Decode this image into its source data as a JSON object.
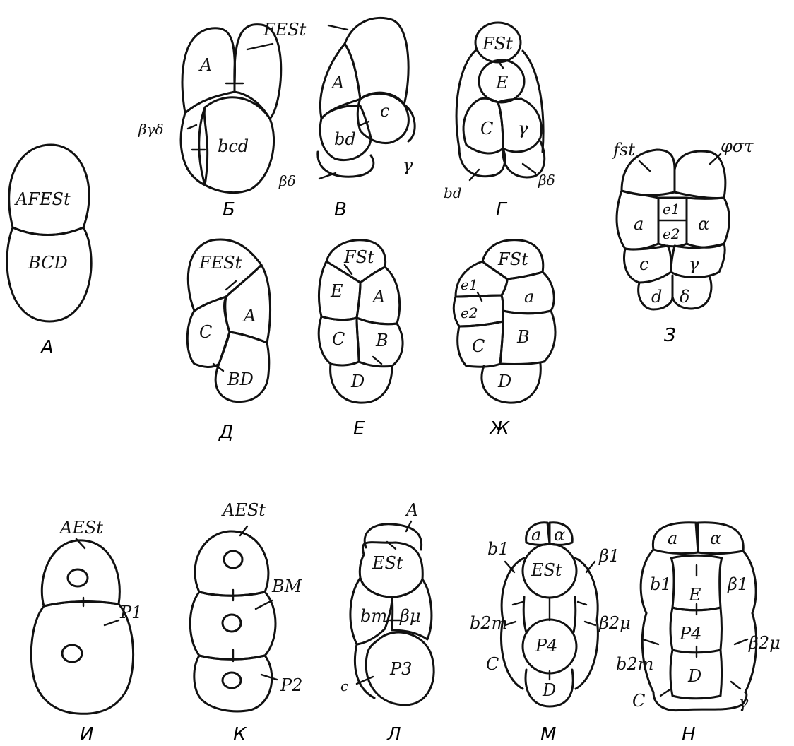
{
  "panels": {
    "A": {
      "caption": "А",
      "labels": [
        "AFESt",
        "BCD"
      ]
    },
    "B": {
      "caption": "Б",
      "labels": [
        "FESt",
        "A",
        "βγδ",
        "bcd"
      ]
    },
    "V": {
      "caption": "В",
      "labels": [
        "A",
        "c",
        "bd",
        "γ",
        "βδ"
      ]
    },
    "G": {
      "caption": "Г",
      "labels": [
        "FSt",
        "E",
        "C",
        "γ",
        "bd",
        "βδ"
      ]
    },
    "Z": {
      "caption": "З",
      "labels": [
        "fst",
        "φστ",
        "a",
        "e1",
        "α",
        "e2",
        "c",
        "γ",
        "d",
        "δ"
      ]
    },
    "D": {
      "caption": "Д",
      "labels": [
        "FESt",
        "A",
        "C",
        "BD"
      ]
    },
    "E": {
      "caption": "Е",
      "labels": [
        "FSt",
        "E",
        "A",
        "C",
        "B",
        "D"
      ]
    },
    "Zh": {
      "caption": "Ж",
      "labels": [
        "FSt",
        "e1",
        "a",
        "e2",
        "C",
        "B",
        "D"
      ]
    },
    "I": {
      "caption": "И",
      "labels": [
        "AESt",
        "P1"
      ]
    },
    "K": {
      "caption": "К",
      "labels": [
        "AESt",
        "BM",
        "P2"
      ]
    },
    "L": {
      "caption": "Л",
      "labels": [
        "A",
        "ESt",
        "bm",
        "βμ",
        "P3",
        "c"
      ]
    },
    "M": {
      "caption": "М",
      "labels": [
        "a",
        "α",
        "b1",
        "ESt",
        "β1",
        "b2m",
        "β2μ",
        "C",
        "P4",
        "D"
      ]
    },
    "N": {
      "caption": "Н",
      "labels": [
        "a",
        "α",
        "b1",
        "E",
        "β1",
        "P4",
        "b2m",
        "β2μ",
        "D",
        "C",
        "γ"
      ]
    }
  }
}
